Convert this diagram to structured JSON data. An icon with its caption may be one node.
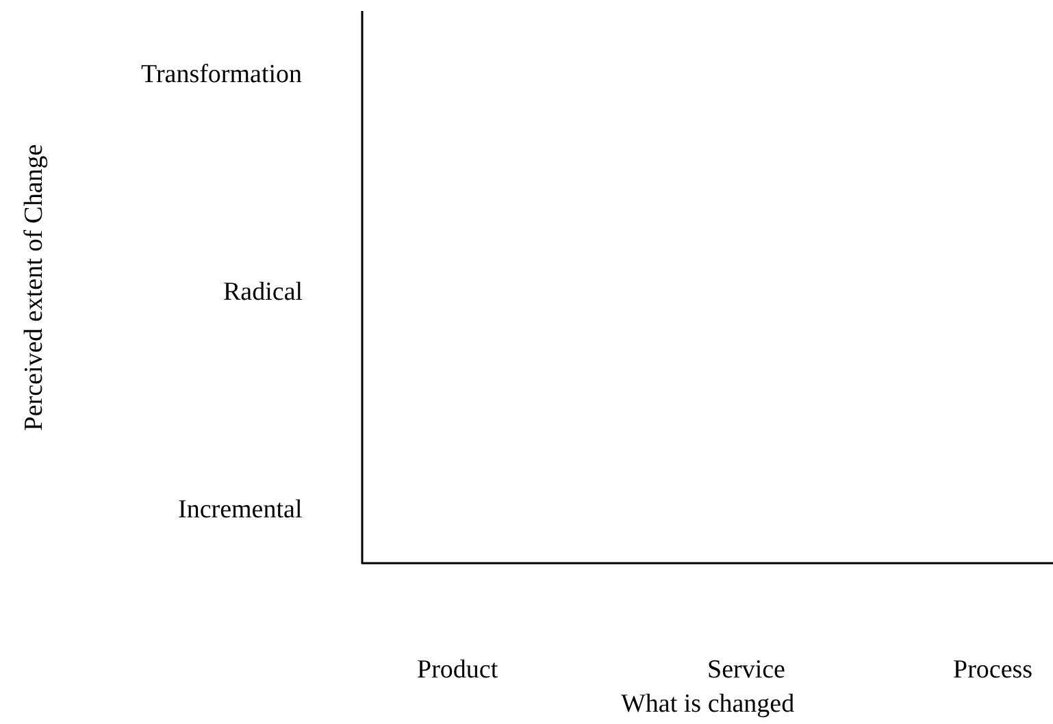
{
  "diagram": {
    "labels": [
      "Transformation",
      "Radical",
      "Incremental",
      "Perceived extent of Change",
      "Product",
      "Service",
      "Process",
      "What is changed"
    ]
  }
}
